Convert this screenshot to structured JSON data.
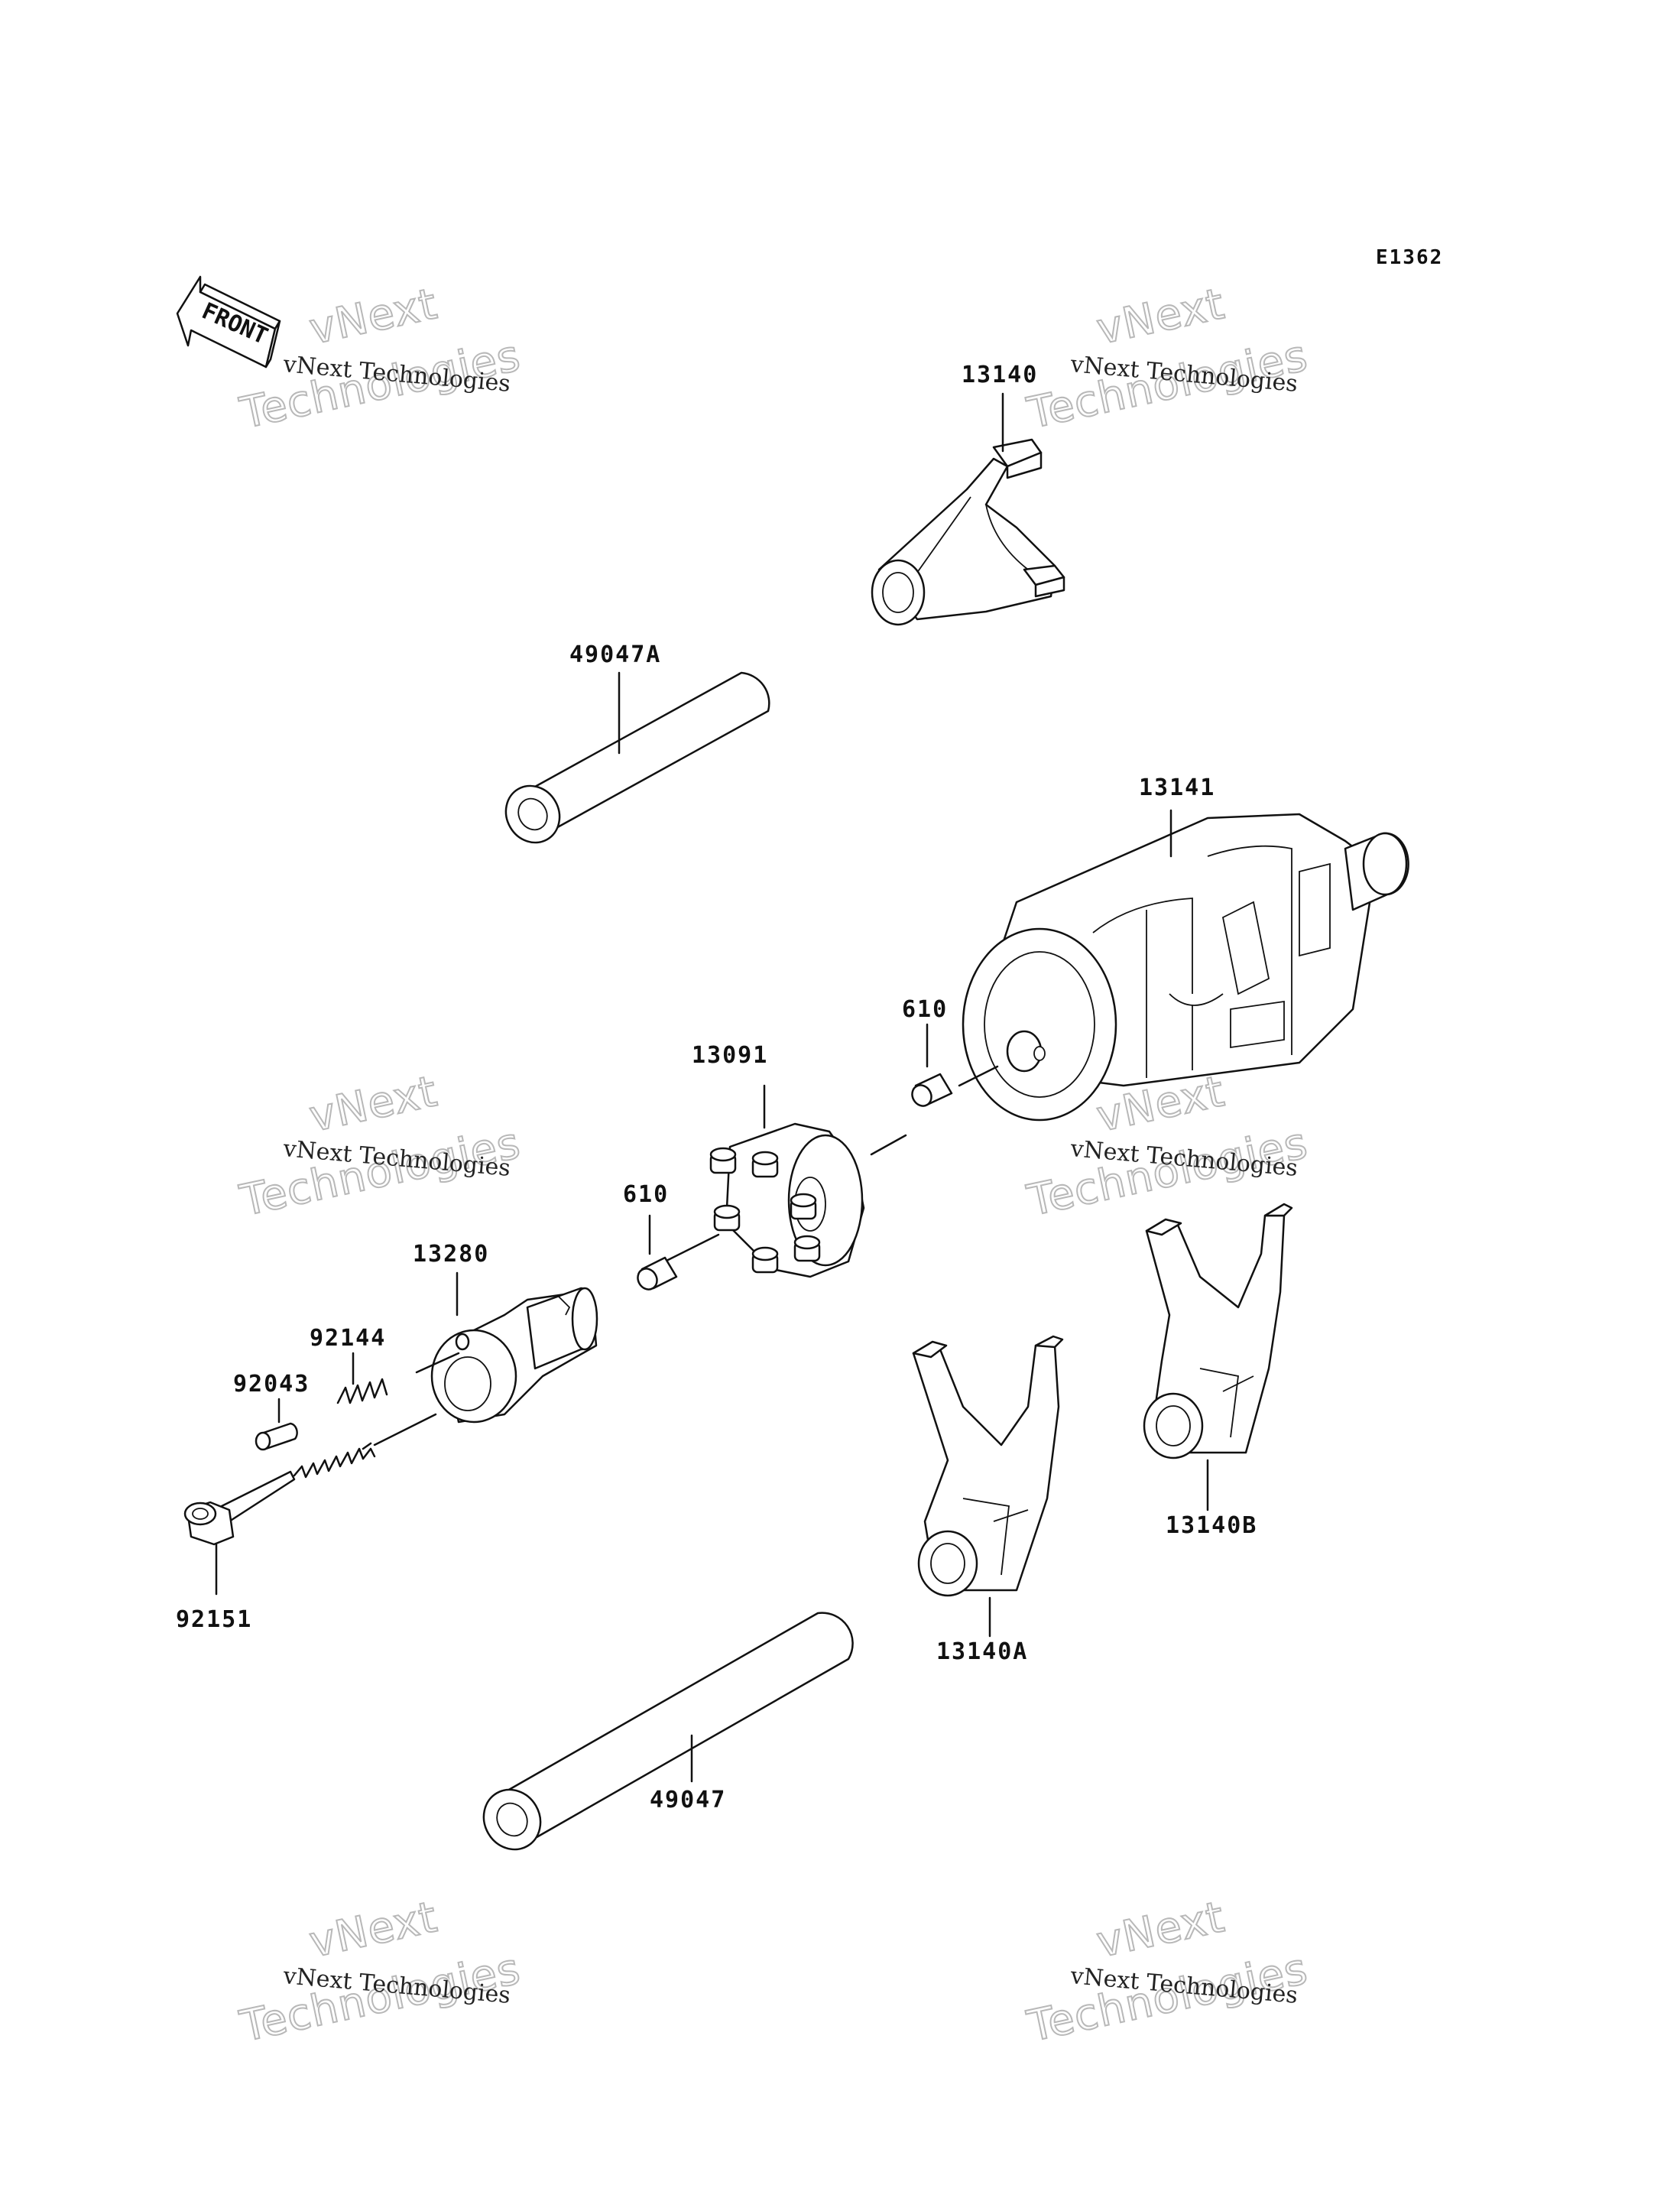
{
  "diagram": {
    "code": "E1362",
    "front_label": "FRONT",
    "part_labels": {
      "fork_top": "13140",
      "rod_upper": "49047A",
      "drum": "13141",
      "pin_upper": "610",
      "holder": "13091",
      "pin_lower": "610",
      "cam": "13280",
      "spring": "92144",
      "pin_small": "92043",
      "bolt": "92151",
      "fork_b": "13140B",
      "fork_a": "13140A",
      "rod_lower": "49047"
    },
    "watermark": {
      "small": "vNext Technologies",
      "big_line1": "vNext",
      "big_line2": "Technologies"
    }
  }
}
